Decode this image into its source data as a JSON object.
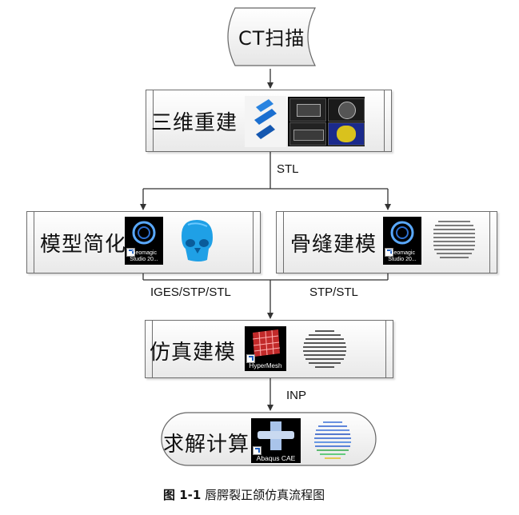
{
  "nodes": {
    "start": "CT扫描",
    "recon": "三维重建",
    "simplify": "模型简化",
    "suture": "骨缝建模",
    "simulation": "仿真建模",
    "solve": "求解计算"
  },
  "edge_labels": {
    "stl": "STL",
    "iges": "IGES/STP/STL",
    "stp": "STP/STL",
    "inp": "INP"
  },
  "icons": {
    "geomagic_line1": "Geomagic",
    "geomagic_line2": "Studio 20...",
    "hypermesh": "HyperMesh",
    "abaqus": "Abaqus CAE"
  },
  "caption": {
    "figure_no": "图 1-1",
    "title": "唇腭裂正颌仿真流程图"
  },
  "colors": {
    "line": "#333333",
    "box_border": "#6e6e6e",
    "skull_blue": "#1fa0e6",
    "mimics_blue": "#1b6fd0",
    "hypermesh_red": "#c22a2a"
  }
}
